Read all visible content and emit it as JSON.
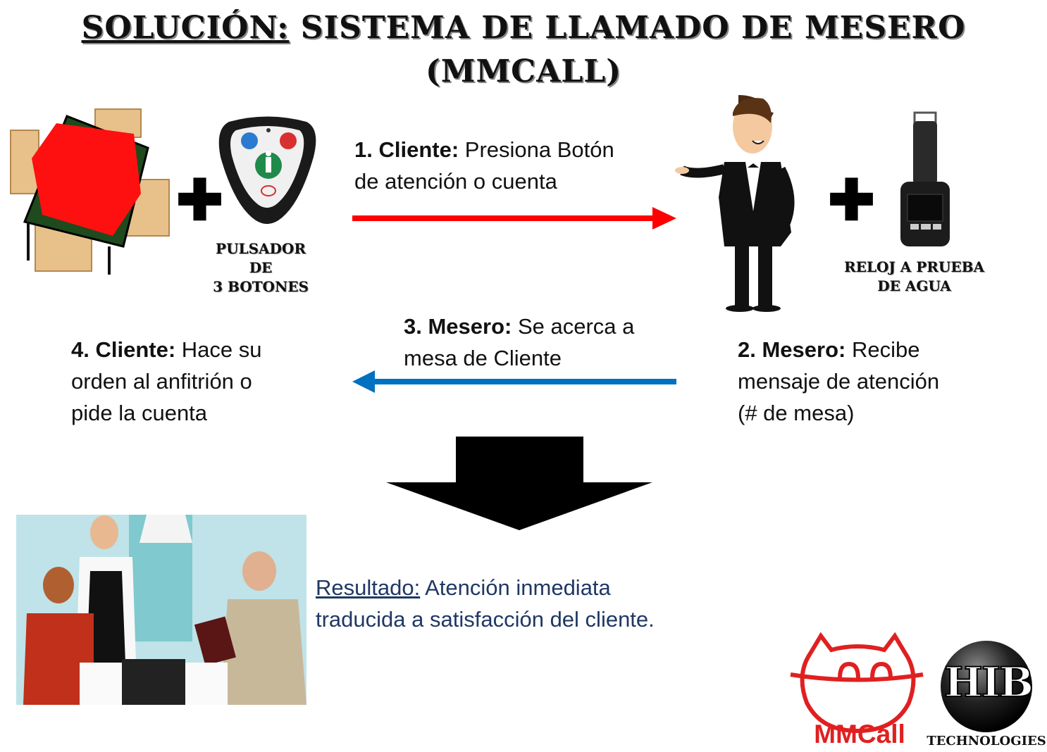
{
  "title": {
    "highlight": "SOLUCIÓN:",
    "rest": " SISTEMA DE LLAMADO DE MESERO",
    "line2": "(MMCALL)"
  },
  "pager_label": [
    "PULSADOR",
    "DE",
    "3 BOTONES"
  ],
  "watch_label": [
    "RELOJ A PRUEBA",
    "DE AGUA"
  ],
  "plus_symbol": "✚",
  "steps": [
    {
      "bold": "1. Cliente:",
      "text": " Presiona Botón",
      "line2": "de atención o cuenta"
    },
    {
      "bold": "2. Mesero:",
      "text": " Recibe",
      "line2": "mensaje de atención",
      "line3": "(# de mesa)"
    },
    {
      "bold": "3. Mesero:",
      "text": " Se acerca a",
      "line2": "mesa de Cliente"
    },
    {
      "bold": "4. Cliente:",
      "text": " Hace su",
      "line2": "orden al anfitrión o",
      "line3": "pide la cuenta"
    }
  ],
  "result": {
    "label": "Resultado:",
    "text": " Atención inmediata",
    "line2": "traducida a satisfacción del cliente."
  },
  "logos": {
    "mmcall": "MMCall",
    "hib": "HIB",
    "hib_sub": "TECHNOLOGIES"
  },
  "colors": {
    "arrow_forward": "#ff0000",
    "arrow_back": "#0070c0",
    "result_text": "#1f3864",
    "brand_red": "#e02020"
  }
}
